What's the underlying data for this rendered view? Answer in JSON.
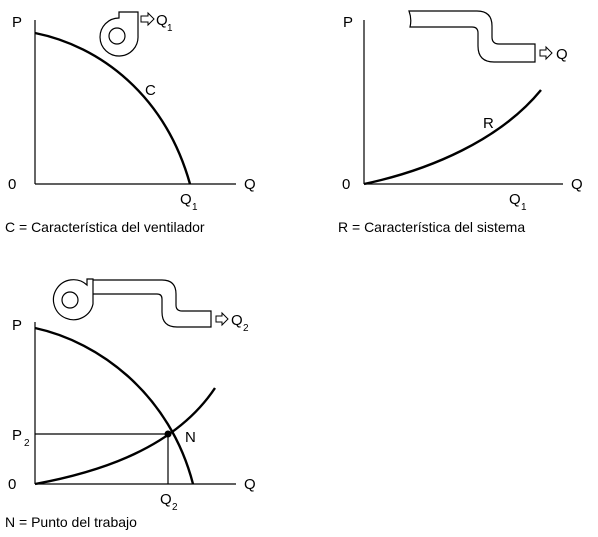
{
  "panel_fan": {
    "y_axis": "P",
    "x_axis": "Q",
    "origin": "0",
    "curve_label": "C",
    "tick_q_main": "Q",
    "tick_q_sub": "1",
    "arrow_flow_main": "Q",
    "arrow_flow_sub": "1",
    "caption": "C = Característica del ventilador"
  },
  "panel_system": {
    "y_axis": "P",
    "x_axis": "Q",
    "origin": "0",
    "curve_label": "R",
    "tick_q_main": "Q",
    "tick_q_sub": "1",
    "arrow_flow": "Q",
    "caption": "R = Característica del sistema"
  },
  "panel_operating": {
    "y_axis": "P",
    "x_axis": "Q",
    "origin": "0",
    "point_label": "N",
    "tick_p_main": "P",
    "tick_p_sub": "2",
    "tick_q_main": "Q",
    "tick_q_sub": "2",
    "arrow_flow_main": "Q",
    "arrow_flow_sub": "2",
    "caption": "N = Punto del trabajo"
  },
  "colors": {
    "ink": "#000000",
    "background": "#ffffff"
  },
  "icons": [
    "fan-icon",
    "duct-icon",
    "fan-with-duct-icon",
    "flow-arrow-icon"
  ]
}
